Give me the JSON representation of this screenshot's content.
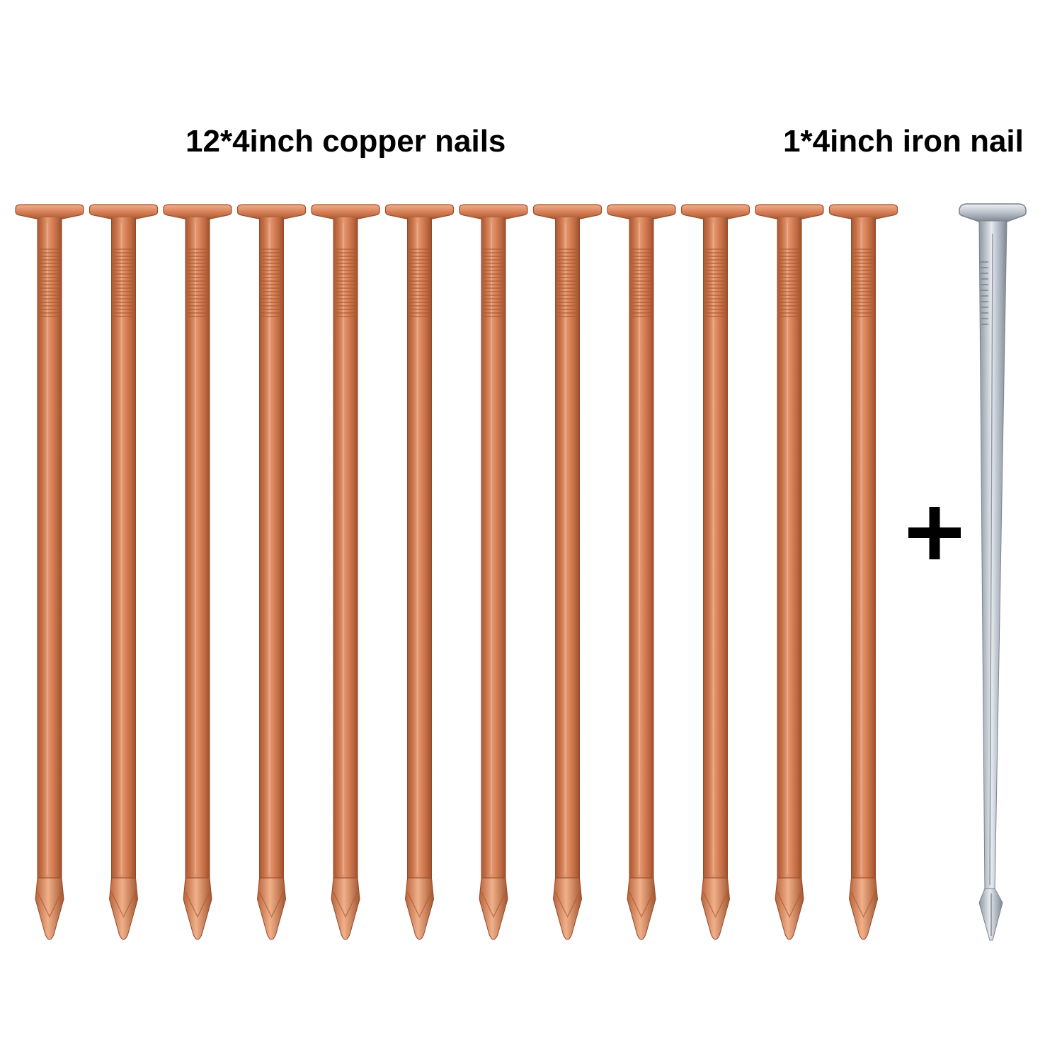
{
  "labels": {
    "copper": "12*4inch copper nails",
    "iron": "1*4inch iron nail"
  },
  "products": {
    "copper_nails": {
      "count": 12,
      "color": "#D9825A"
    },
    "iron_nail": {
      "count": 1,
      "color": "#C3CAD3"
    }
  },
  "symbols": {
    "plus": "plus-icon"
  },
  "colors": {
    "background": "#FFFFFF",
    "text": "#000000"
  }
}
